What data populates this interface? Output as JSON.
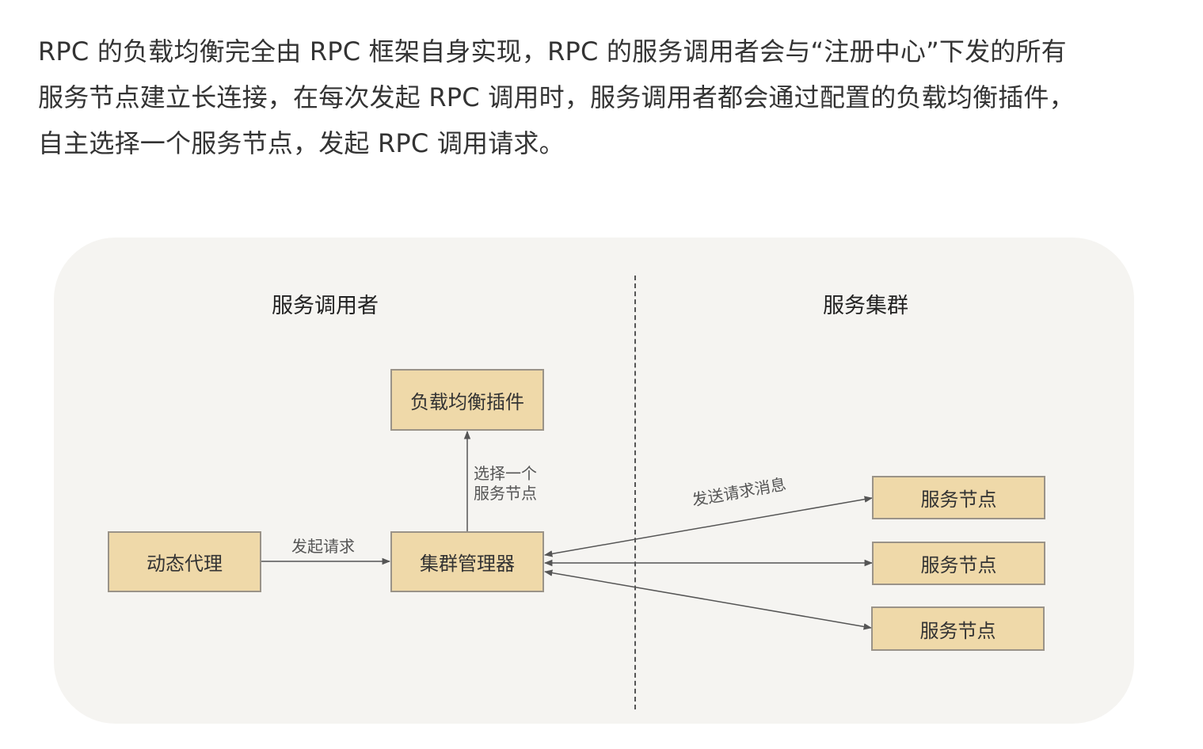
{
  "paragraph": {
    "lines": [
      "RPC 的负载均衡完全由 RPC 框架自身实现，RPC 的服务调用者会与“注册中心”下发的所有",
      "服务节点建立长连接，在每次发起 RPC 调用时，服务调用者都会通过配置的负载均衡插件，",
      "自主选择一个服务节点，发起 RPC 调用请求。"
    ]
  },
  "diagram": {
    "caller_title": "服务调用者",
    "cluster_title": "服务集群",
    "nodes": {
      "dynamic_proxy": "动态代理",
      "cluster_manager": "集群管理器",
      "lb_plugin": "负载均衡插件",
      "service_node_1": "服务节点",
      "service_node_2": "服务节点",
      "service_node_3": "服务节点"
    },
    "edge_labels": {
      "send_request": "发起请求",
      "select_one_line1": "选择一个",
      "select_one_line2": "服务节点",
      "send_message": "发送请求消息"
    },
    "colors": {
      "node_fill": "#efd9a9",
      "node_border": "#9a9388",
      "panel_bg": "#f5f4f1",
      "edge": "#555555"
    }
  }
}
